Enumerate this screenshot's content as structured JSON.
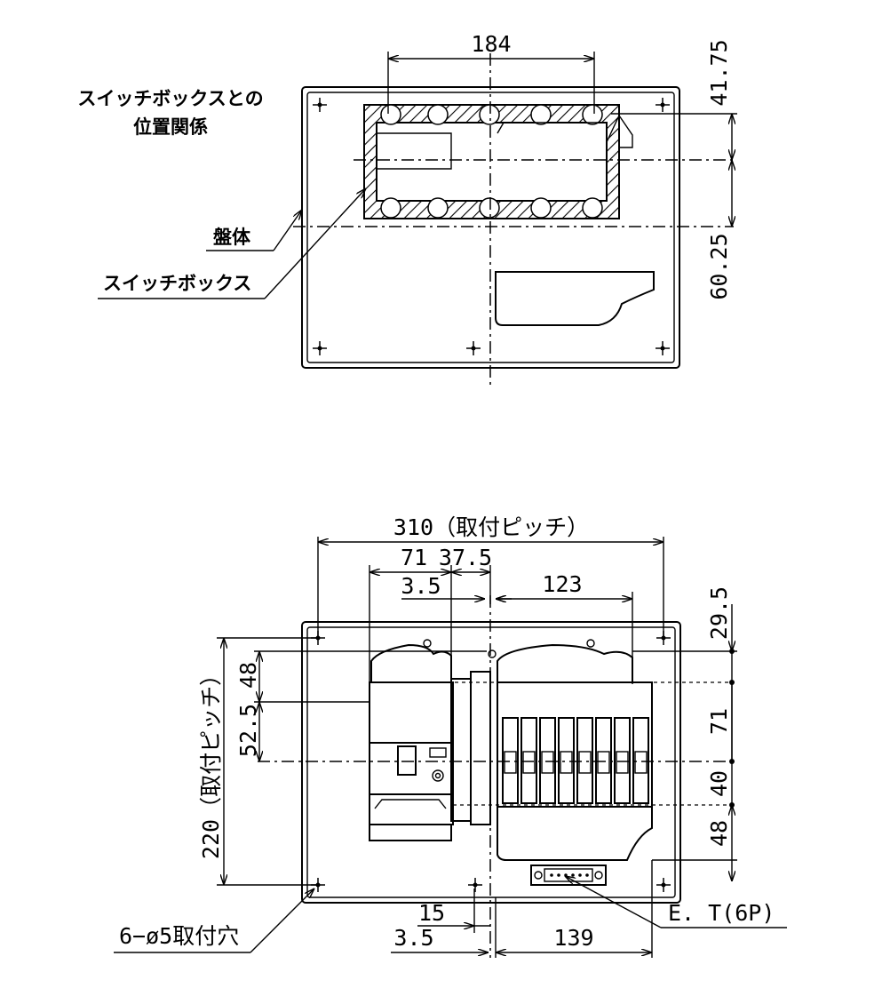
{
  "top": {
    "title_line1": "スイッチボックスとの",
    "title_line2": "位置関係",
    "label_body": "盤体",
    "label_switchbox": "スイッチボックス",
    "dim_width": "184",
    "dim_top": "41.75",
    "dim_mid": "60.25"
  },
  "bottom": {
    "dim_pitch_h": "310（取付ピッチ）",
    "dim_71": "71",
    "dim_37_5": "37.5",
    "dim_3_5_top": "3.5",
    "dim_123": "123",
    "dim_29_5": "29.5",
    "dim_r71": "71",
    "dim_r40": "40",
    "dim_r48": "48",
    "dim_l48": "48",
    "dim_l52_5": "52.5",
    "dim_pitch_v": "220（取付ピッチ）",
    "dim_15": "15",
    "dim_3_5_bot": "3.5",
    "dim_139": "139",
    "label_holes": "6−ø5取付穴",
    "label_et": "E. T(6P)"
  }
}
